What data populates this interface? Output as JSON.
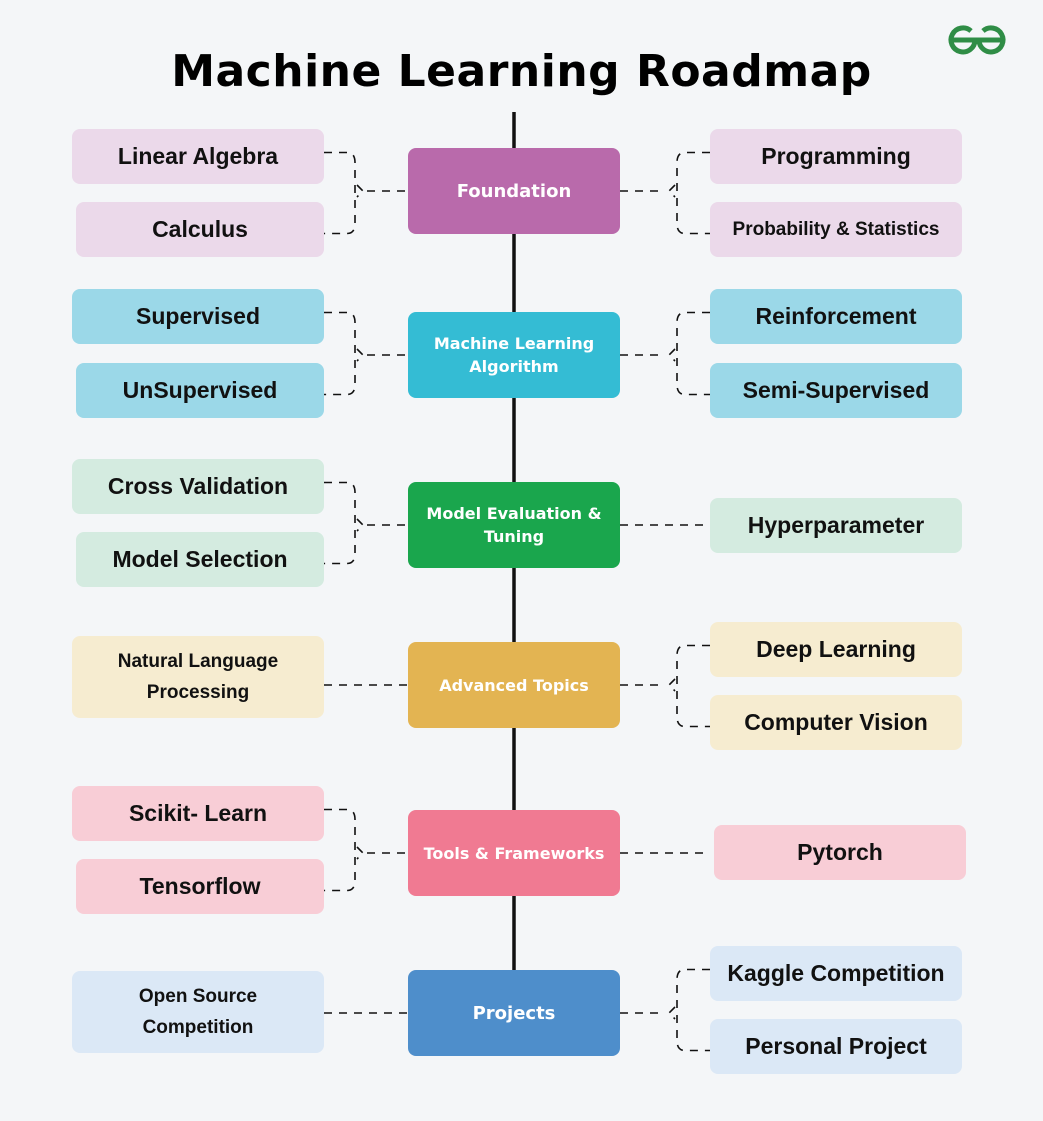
{
  "title": "Machine Learning Roadmap",
  "logo": {
    "name": "GeeksforGeeks",
    "color": "#2f8d46"
  },
  "stages": [
    {
      "label": "Foundation",
      "color": "#b96aab",
      "light": "#ebd9ea",
      "left": [
        "Linear Algebra",
        "Calculus"
      ],
      "right": [
        "Programming",
        "Probability & Statistics"
      ]
    },
    {
      "label": "Machine Learning Algorithm",
      "color": "#34bcd4",
      "light": "#9bd8e8",
      "left": [
        "Supervised",
        "UnSupervised"
      ],
      "right": [
        "Reinforcement",
        "Semi-Supervised"
      ]
    },
    {
      "label": "Model Evaluation & Tuning",
      "color": "#1aa64d",
      "light": "#d4ebe0",
      "left": [
        "Cross Validation",
        "Model Selection"
      ],
      "right": [
        "Hyperparameter"
      ]
    },
    {
      "label": "Advanced Topics",
      "color": "#e3b452",
      "light": "#f6ecd0",
      "left": [
        "Natural Language Processing"
      ],
      "right": [
        "Deep Learning",
        "Computer Vision"
      ]
    },
    {
      "label": "Tools & Frameworks",
      "color": "#f07a92",
      "light": "#f8cdd6",
      "left": [
        "Scikit- Learn",
        "Tensorflow"
      ],
      "right": [
        "Pytorch"
      ]
    },
    {
      "label": "Projects",
      "color": "#4e8ecb",
      "light": "#dbe8f6",
      "left": [
        "Open Source Competition"
      ],
      "right": [
        "Kaggle Competition",
        "Personal Project"
      ]
    }
  ]
}
